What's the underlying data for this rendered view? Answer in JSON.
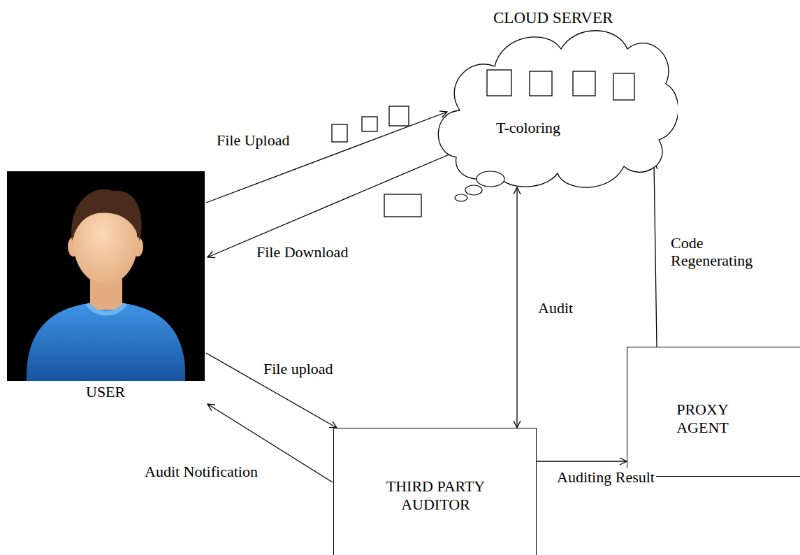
{
  "diagram": {
    "nodes": [
      {
        "text": [
          "CLOUD SERVER",
          "T-coloring"
        ]
      },
      {
        "text": [
          "USER"
        ]
      },
      {
        "text": [
          "THIRD PARTY AUDITOR"
        ]
      },
      {
        "text": [
          "PROXY AGENT"
        ]
      }
    ],
    "edges": [
      {
        "from": 1,
        "to": 0,
        "arrow": "to",
        "label": "File Upload"
      },
      {
        "from": 0,
        "to": 1,
        "arrow": "to",
        "label": "File Download"
      },
      {
        "from": 1,
        "to": 2,
        "arrow": "to",
        "label": "File upload"
      },
      {
        "from": 2,
        "to": 1,
        "arrow": "to",
        "label": "Audit Notification"
      },
      {
        "from": 2,
        "to": 0,
        "arrow": "both",
        "label": "Audit"
      },
      {
        "from": 2,
        "to": 3,
        "arrow": "to",
        "label": "Auditing Result"
      },
      {
        "from": 3,
        "to": 0,
        "arrow": "to",
        "label": "Code Regenerating"
      }
    ]
  }
}
